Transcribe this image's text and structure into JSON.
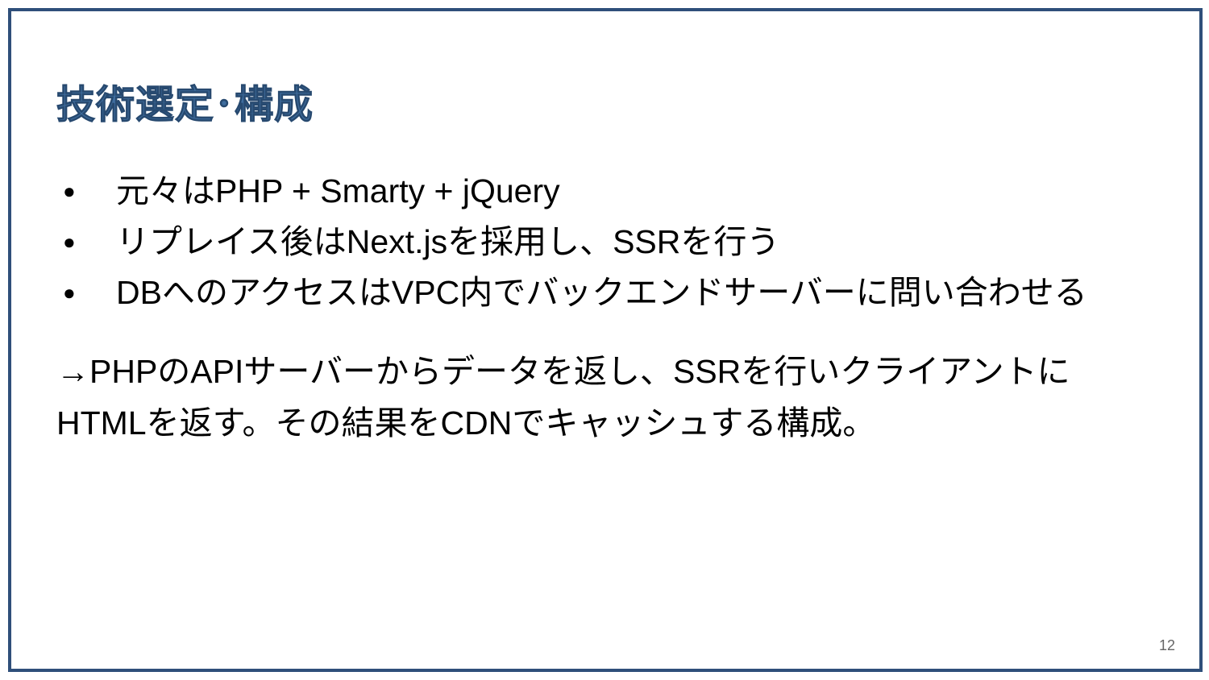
{
  "slide": {
    "title": "技術選定･構成",
    "bullets": [
      "元々はPHP + Smarty + jQuery",
      "リプレイス後はNext.jsを採用し、SSRを行う",
      "DBへのアクセスはVPC内でバックエンドサーバーに問い合わせる"
    ],
    "bullet_symbol": "●",
    "summary_lines": [
      "→PHPのAPIサーバーからデータを返し、SSRを行いクライアントに",
      "HTMLを返す。その結果をCDNでキャッシュする構成。"
    ],
    "page_number": "12"
  },
  "colors": {
    "border": "#2f4f7a",
    "title": "#3f6d9e",
    "text": "#000000"
  }
}
